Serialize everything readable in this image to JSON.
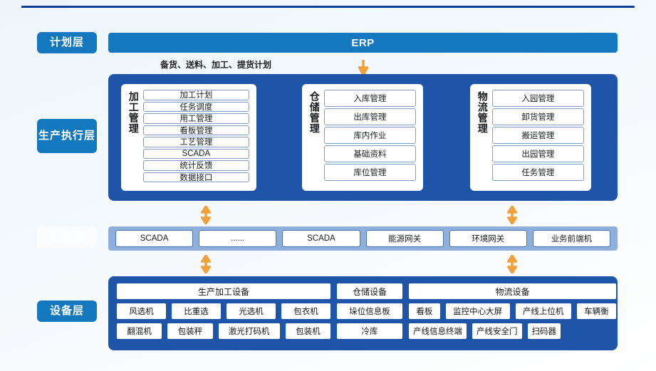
{
  "layers": {
    "plan": "计划层",
    "execution": "生产执行层",
    "aggregation": "汇聚层",
    "device": "设备层"
  },
  "erp": {
    "title": "ERP",
    "note": "备货、送料、加工、提货计划",
    "arrow_icon": "arrow-down-icon"
  },
  "execution": {
    "groups": [
      {
        "title": "加工管理",
        "items": [
          "加工计划",
          "任务调度",
          "用工管理",
          "看板管理",
          "工艺管理",
          "SCADA",
          "统计反馈",
          "数据接口"
        ]
      },
      {
        "title": "仓储管理",
        "items": [
          "入库管理",
          "出库管理",
          "库内作业",
          "基础资料",
          "库位管理"
        ]
      },
      {
        "title": "物流管理",
        "items": [
          "入园管理",
          "卸货管理",
          "搬运管理",
          "出园管理",
          "任务管理"
        ]
      }
    ]
  },
  "aggregation": {
    "items": [
      "SCADA",
      "......",
      "SCADA",
      "能源网关",
      "环境网关",
      "业务前端机"
    ]
  },
  "device": {
    "columns": [
      {
        "header": "生产加工设备",
        "rows": [
          [
            "风选机",
            "比重选",
            "光选机",
            "包衣机"
          ],
          [
            "翻混机",
            "包装秤",
            "激光打码机",
            "包装机"
          ]
        ]
      },
      {
        "header": "仓储设备",
        "rows": [
          [
            "垛位信息板"
          ],
          [
            "冷库"
          ]
        ]
      },
      {
        "header": "物流设备",
        "rows": [
          [
            "看板",
            "监控中心大屏",
            "产线上位机",
            "车辆衡"
          ],
          [
            "产线信息终端",
            "产线安全门",
            "扫码器"
          ]
        ]
      }
    ]
  },
  "arrows": {
    "bidirectional_icon": "arrow-up-down-icon",
    "down_icon": "arrow-down-icon"
  },
  "colors": {
    "chip_blue": "#1478be",
    "panel_blue": "#1f55a8",
    "band_blue": "#8fb0dd",
    "arrow_orange": "#f2a03c",
    "rule_blue": "#0c3f93"
  }
}
